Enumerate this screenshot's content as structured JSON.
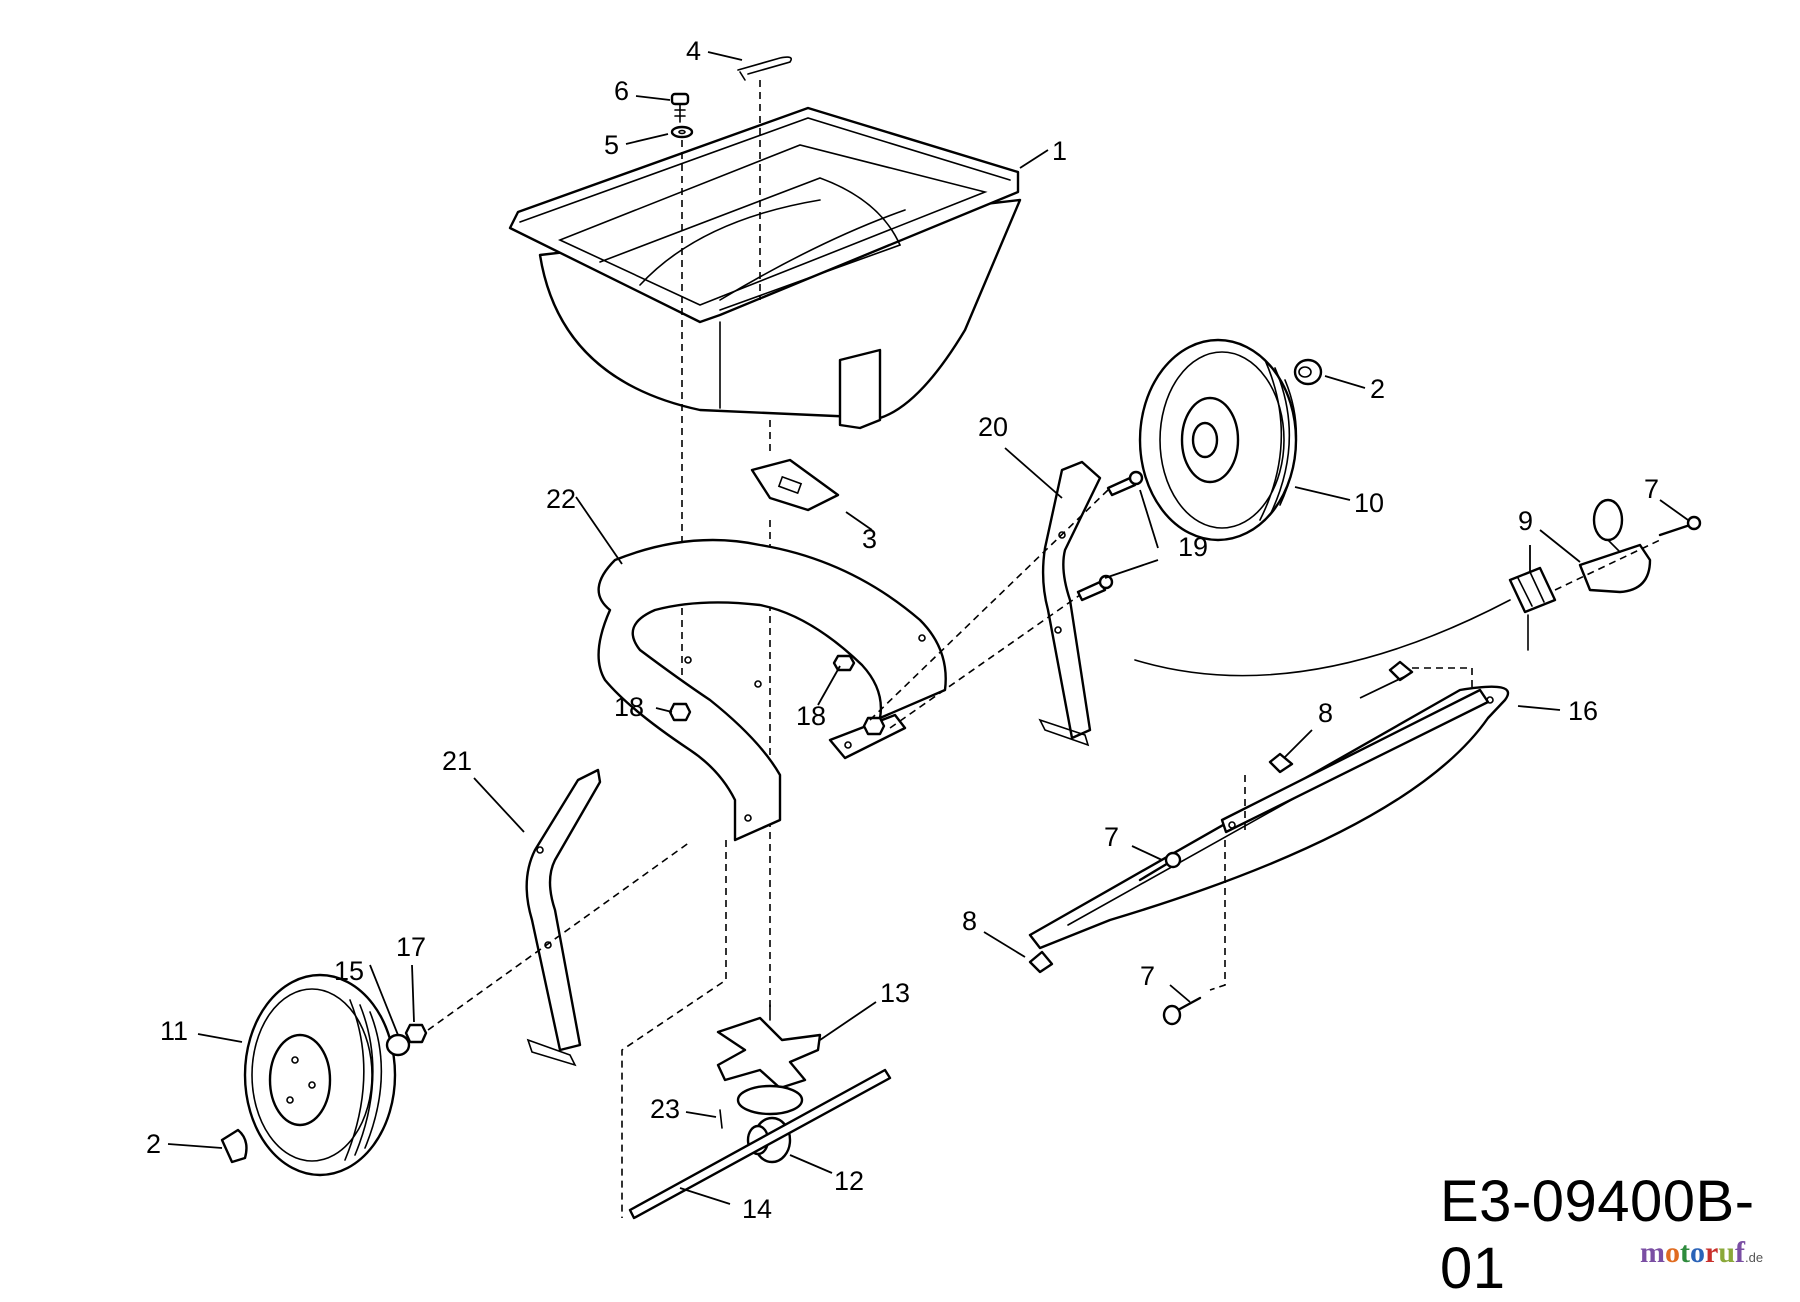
{
  "diagram": {
    "code": "E3-09400B-01",
    "callouts": [
      {
        "id": "c1",
        "label": "1"
      },
      {
        "id": "c2a",
        "label": "2"
      },
      {
        "id": "c2b",
        "label": "2"
      },
      {
        "id": "c3",
        "label": "3"
      },
      {
        "id": "c4",
        "label": "4"
      },
      {
        "id": "c5",
        "label": "5"
      },
      {
        "id": "c6",
        "label": "6"
      },
      {
        "id": "c7a",
        "label": "7"
      },
      {
        "id": "c7b",
        "label": "7"
      },
      {
        "id": "c7c",
        "label": "7"
      },
      {
        "id": "c8a",
        "label": "8"
      },
      {
        "id": "c8b",
        "label": "8"
      },
      {
        "id": "c9",
        "label": "9"
      },
      {
        "id": "c10",
        "label": "10"
      },
      {
        "id": "c11",
        "label": "11"
      },
      {
        "id": "c12",
        "label": "12"
      },
      {
        "id": "c13",
        "label": "13"
      },
      {
        "id": "c14",
        "label": "14"
      },
      {
        "id": "c15",
        "label": "15"
      },
      {
        "id": "c16",
        "label": "16"
      },
      {
        "id": "c17",
        "label": "17"
      },
      {
        "id": "c18a",
        "label": "18"
      },
      {
        "id": "c18b",
        "label": "18"
      },
      {
        "id": "c19",
        "label": "19"
      },
      {
        "id": "c20",
        "label": "20"
      },
      {
        "id": "c21",
        "label": "21"
      },
      {
        "id": "c22",
        "label": "22"
      },
      {
        "id": "c23",
        "label": "23"
      }
    ]
  },
  "watermark": {
    "letters": [
      "m",
      "o",
      "t",
      "o",
      "r",
      "u",
      "f"
    ],
    "suffix": ".de"
  }
}
